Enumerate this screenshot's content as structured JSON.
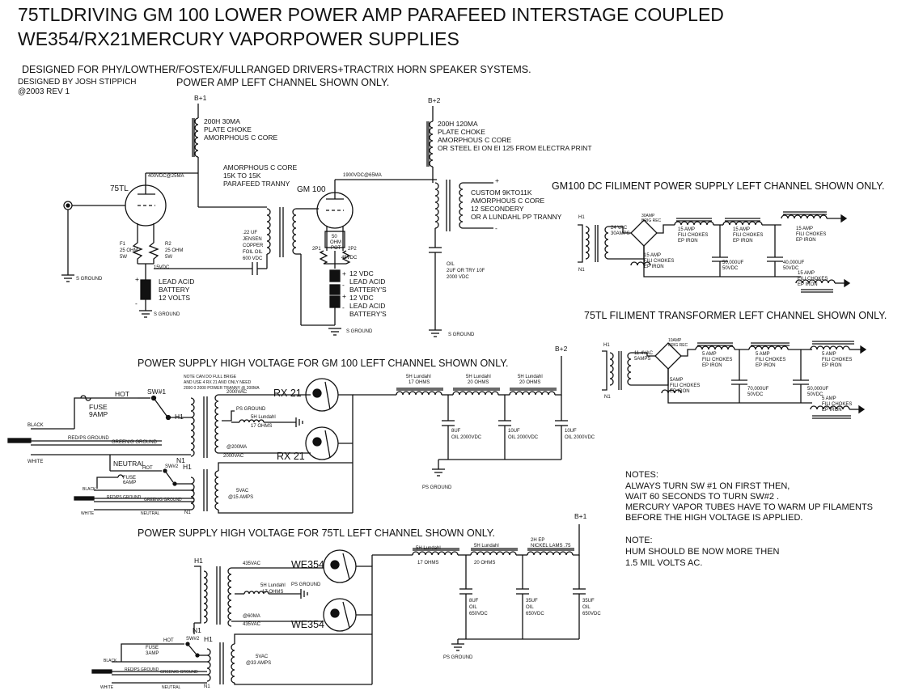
{
  "title": {
    "line1": "75TLDRIVING GM 100 LOWER POWER  AMP PARAFEED INTERSTAGE COUPLED",
    "line2": " WE354/RX21MERCURY VAPORPOWER SUPPLIES"
  },
  "header": {
    "designed_for": "DESIGNED FOR PHY/LOWTHER/FOSTEX/FULLRANGED DRIVERS+TRACTRIX HORN SPEAKER SYSTEMS.",
    "designed_by": "DESIGNED BY JOSH STIPPICH",
    "copyright": "@2003  REV 1",
    "left_channel": "POWER AMP LEFT CHANNEL SHOWN ONLY."
  },
  "amp": {
    "b1": "B+1",
    "b2": "B+2",
    "choke1": [
      "200H 30MA",
      "PLATE CHOKE",
      "AMORPHOUS C CORE"
    ],
    "choke2": [
      "200H 120MA",
      "PLATE CHOKE",
      "AMORPHOUS C CORE",
      "OR STEEL EI ON EI 125 FROM ELECTRA PRINT"
    ],
    "v75_label": "75TL",
    "v75_plate": "400VDC@25MA",
    "parafeed": [
      "AMORPHOUS C CORE",
      "15K TO 15K",
      "PARAFEED TRANNY"
    ],
    "gm100_label": "GM 100",
    "gm100_plate": "1900VDC@65MA",
    "output_tx": [
      "CUSTOM 9KTO11K",
      "AMORPHOUS C CORE",
      "12 SECONDERY",
      "OR A LUNDAHL PP TRANNY"
    ],
    "out_plus": "+",
    "out_minus": "-",
    "f1": [
      "F1",
      "25 OHM",
      "5W"
    ],
    "f2": [
      "R2",
      "25 OHM",
      "5W"
    ],
    "v75_fil": "15VDC",
    "coupling_cap": [
      ".22 UF",
      "JENSEN",
      "COPPER",
      "FOIL OIL",
      "600 VDC"
    ],
    "pot": [
      "50",
      "OHM",
      "POT"
    ],
    "pot_left": "2P1",
    "pot_right": "2P2",
    "gm_fil": "45VDC",
    "bat1": [
      "LEAD ACID",
      "BATTERY",
      "12 VOLTS"
    ],
    "bat1_plus": "+",
    "bat1_minus": "-",
    "bat2": [
      "12 VDC",
      "LEAD ACID",
      "BATTERY'S",
      "12 VDC",
      "LEAD ACID",
      "BATTERY'S"
    ],
    "bat2_signs": [
      "+",
      "-",
      "+",
      "-"
    ],
    "oil_cap": [
      "OIL",
      "2UF OR TRY 10F",
      "2000 VDC"
    ],
    "s_ground": "S GROUND"
  },
  "gm_fil_ps": {
    "title": "GM100 DC FILIMENT POWER SUPPLY LEFT CHANNEL SHOWN ONLY.",
    "h1": "H1",
    "n1": "N1",
    "tx": [
      "24  VAC",
      "30AMPS"
    ],
    "bridge": [
      "30AMP",
      "BRIG REC"
    ],
    "chokes": [
      [
        "15 AMP",
        "FILI CHOKES",
        "EP IRON"
      ],
      [
        "15 AMP",
        "FILI CHOKES",
        "EP IRON"
      ],
      [
        "15 AMP",
        "FILI CHOKES",
        "EP IRON"
      ],
      [
        "15 AMP",
        "FILI CHOKES",
        "EP IRON"
      ],
      [
        "15 AMP",
        "FILI CHOKES",
        "EP IRON"
      ]
    ],
    "caps": [
      [
        "50,000UF",
        "50VDC"
      ],
      [
        "40,000UF",
        "50VDC"
      ]
    ]
  },
  "tl_fil_ps": {
    "title": "75TL FILIMENT TRANSFORMER LEFT CHANNEL SHOWN ONLY.",
    "h1": "H1",
    "n1": "N1",
    "tx": [
      "11.4VAC",
      "5AMPS"
    ],
    "bridge": [
      "10AMP",
      "BRIG REC"
    ],
    "chokes": [
      [
        "5 AMP",
        "FILI CHOKES",
        "EP IRON"
      ],
      [
        "5 AMP",
        "FILI CHOKES",
        "EP IRON"
      ],
      [
        "5 AMP",
        "FILI CHOKES",
        "EP IRON"
      ],
      [
        "5AMP",
        "FILI CHOKES",
        "EP IRON"
      ],
      [
        "5 AMP",
        "FILI CHOKES",
        "EP IRON"
      ]
    ],
    "caps": [
      [
        "70,000UF",
        "50VDC"
      ],
      [
        "50,000UF",
        "50VDC"
      ]
    ]
  },
  "hv_gm": {
    "title": "POWER SUPPLY  HIGH VOLTAGE FOR GM 100 LEFT CHANNEL SHOWN ONLY.",
    "b2": "B+2",
    "note": [
      "NOTE CAN DO FULL BRIGE",
      "AND USE 4 RX 21 AND ONLY NEED",
      "2000 0 2000 POWER TRANNY @ 200MA"
    ],
    "hot": "HOT",
    "sw1": "SW#1",
    "fuse": [
      "FUSE",
      "9AMP"
    ],
    "h1": "H1",
    "n1": "N1",
    "wires": [
      "BLACK",
      "RED/PS GROUND",
      "GREEN/G GROUND",
      "WHITE"
    ],
    "hv_sec": [
      "2000VAC",
      "@200MA",
      "2000VAC"
    ],
    "ps_ground": "PS GROUND",
    "choke_small": [
      "5H Lundahl",
      "17 OHMS"
    ],
    "rect1": "RX 21",
    "rect2": "RX 21",
    "neutral": "NEUTRAL",
    "hot2": "HOT",
    "sw2": "SW#2",
    "fuse2": [
      "FUSE",
      "6AMP"
    ],
    "h1b": "H1",
    "n1b": "N1",
    "wires2": [
      "BLACK",
      "RED/PS GROUND",
      "GREEN/G GROUND",
      "WHITE",
      "NEUTRAL"
    ],
    "fil_sec": [
      "5VAC",
      "@15 AMPS"
    ],
    "chokes": [
      [
        "5H Lundahl",
        "17 OHMS"
      ],
      [
        "5H Lundahl",
        "20 OHMS"
      ],
      [
        "5H Lundahl",
        "20 OHMS"
      ]
    ],
    "caps": [
      [
        "8UF",
        "OIL 2000VDC"
      ],
      [
        "10UF",
        "OIL 2000VDC"
      ],
      [
        "10UF",
        "OIL 2000VDC"
      ]
    ],
    "ground": "PS GROUND"
  },
  "hv_tl": {
    "title": "POWER SUPPLY  HIGH VOLTAGE FOR 75TL LEFT CHANNEL SHOWN ONLY.",
    "b1": "B+1",
    "h1": "H1",
    "hv_sec": [
      "435VAC",
      "@60MA",
      "435VAC"
    ],
    "choke_small": [
      "5H Lundahl",
      "17 OHMS"
    ],
    "ps_ground": "PS GROUND",
    "rect1": "WE354",
    "rect2": "WE354",
    "n1": "N1",
    "hot": "HOT",
    "sw2": "SW#2",
    "fuse": [
      "FUSE",
      "3AMP"
    ],
    "h1b": "H1",
    "wires": [
      "BLACK",
      "RED/PS GROUND",
      "GREEN/G GROUND",
      "WHITE",
      "NEUTRAL"
    ],
    "n1b": "N1",
    "fil_sec": [
      "5VAC",
      "@33 AMPS"
    ],
    "chokes": [
      [
        "5H Lundahl",
        "17 OHMS"
      ],
      [
        "5H Lundahl",
        "20 OHMS"
      ],
      [
        "2H EP",
        "NICKEL LAMS .75"
      ]
    ],
    "caps": [
      [
        "8UF",
        "OIL",
        "650VDC"
      ],
      [
        "35UF",
        "OIL",
        "650VDC"
      ],
      [
        "35UF",
        "OIL",
        "650VDC"
      ]
    ],
    "ground": "PS GROUND"
  },
  "notes": {
    "head": "NOTES:",
    "lines": [
      "ALWAYS TURN SW #1 ON FIRST THEN,",
      "WAIT 60 SECONDS TO TURN SW#2 .",
      "MERCURY VAPOR TUBES HAVE TO WARM UP FILAMENTS",
      "BEFORE THE HIGH VOLTAGE IS APPLIED."
    ],
    "note2_head": "NOTE:",
    "note2_lines": [
      "HUM SHOULD BE NOW MORE THEN",
      "1.5 MIL VOLTS AC."
    ]
  }
}
